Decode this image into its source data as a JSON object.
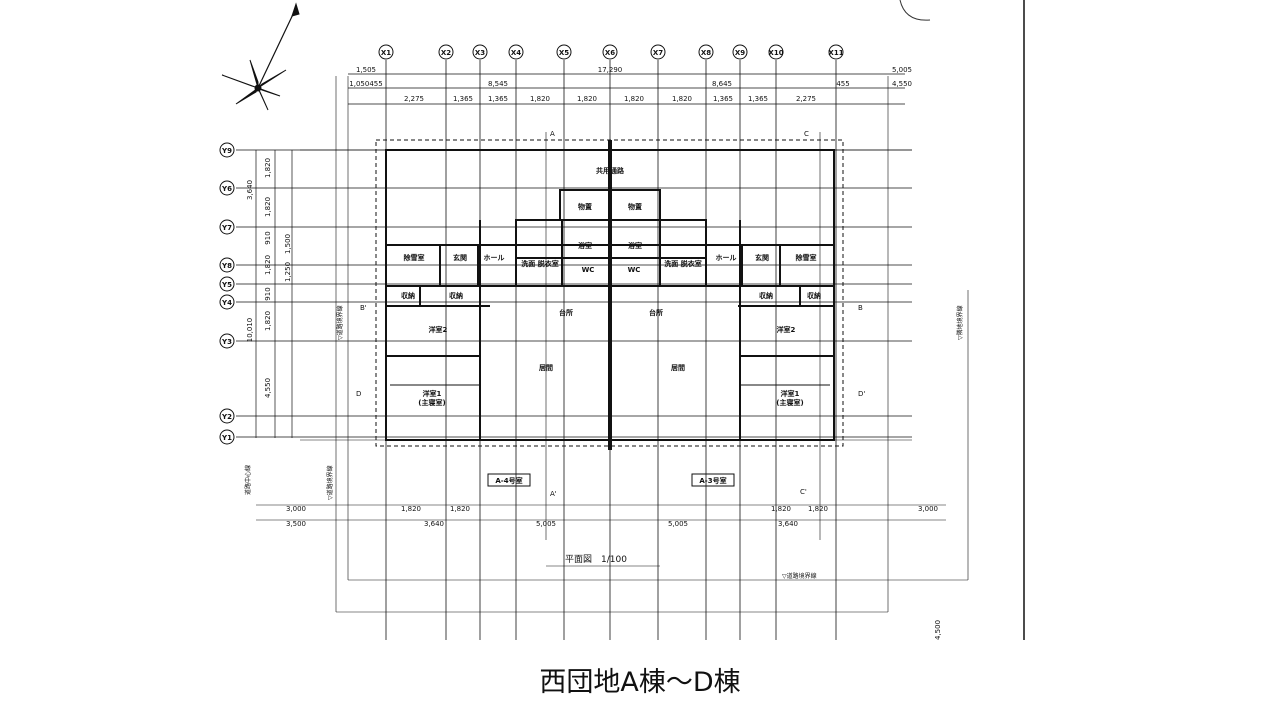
{
  "caption": "西団地A棟～D棟",
  "drawing": {
    "grid_x": [
      "X1",
      "X2",
      "X3",
      "X4",
      "X5",
      "X6",
      "X7",
      "X8",
      "X9",
      "X10",
      "X11"
    ],
    "grid_y": [
      "Y9",
      "Y6",
      "Y7",
      "Y8",
      "Y5",
      "Y4",
      "Y3",
      "Y2",
      "Y1"
    ],
    "dims_top_row1": [
      "1,505",
      "17,290",
      "5,005"
    ],
    "dims_top_row2": [
      "1,050455",
      "8,545",
      "8,645",
      "455",
      "4,550"
    ],
    "dims_top_row3": [
      "2,275",
      "1,365",
      "1,365",
      "1,820",
      "1,820",
      "1,820",
      "1,820",
      "1,365",
      "1,365",
      "2,275"
    ],
    "dims_left": [
      "3,640",
      "1,820",
      "1,820",
      "910",
      "1,500",
      "1,820",
      "1,250",
      "910",
      "10,010",
      "1,820",
      "4,550"
    ],
    "dims_bottom_row1": [
      "3,000",
      "1,820",
      "1,820",
      "1,820",
      "1,820",
      "3,000"
    ],
    "dims_bottom_row2": [
      "3,500",
      "3,640",
      "5,005",
      "5,005",
      "3,640"
    ],
    "rooms": {
      "shared_path": "共用通路",
      "storage_l": "物置",
      "storage_r": "物置",
      "bath_l": "浴室",
      "bath_r": "浴室",
      "wash_l": "洗面\n脱衣室",
      "wash_r": "洗面\n脱衣室",
      "wc_l": "WC",
      "wc_r": "WC",
      "hall_l": "ホール",
      "hall_r": "ホール",
      "entry_l": "玄関",
      "entry_r": "玄関",
      "snow_l": "除雪室",
      "snow_r": "除雪室",
      "closet_l1": "収納",
      "closet_l2": "収納",
      "closet_r1": "収納",
      "closet_r2": "収納",
      "kitchen_l": "台所",
      "kitchen_r": "台所",
      "western2_l": "洋室2",
      "western2_r": "洋室2",
      "living_l": "居間",
      "living_r": "居間",
      "western1_l": "洋室1",
      "western1_r": "洋室1",
      "master_l": "(主寝室)",
      "master_r": "(主寝室)"
    },
    "unit_labels": [
      "A-4号室",
      "A-3号室"
    ],
    "section_marks": [
      "A",
      "C",
      "B",
      "D",
      "A'",
      "C'",
      "B'",
      "D'"
    ],
    "side_labels": [
      "▽道路境界線",
      "▽隣地境界線",
      "▽道路境界線",
      "道路中心線",
      "▽道路境界線"
    ],
    "plan_title": "平面図　1/100",
    "bottom_dim": "4,500"
  }
}
